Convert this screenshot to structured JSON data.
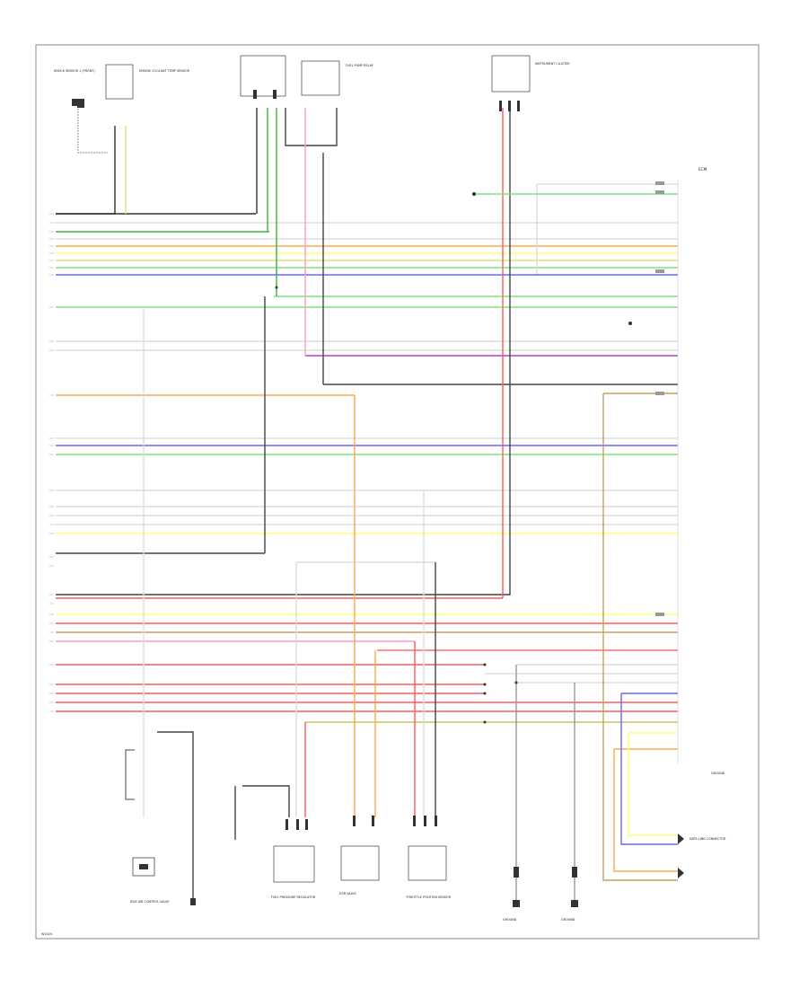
{
  "colors": {
    "black": "#333333",
    "white": "#dddddd",
    "red": "#ff5a5a",
    "orange": "#ffa850",
    "yellow": "#ffff70",
    "green": "#7ee47e",
    "green_dark": "#3cb43c",
    "blue": "#6666ff",
    "violet": "#b040d0",
    "tan": "#c8a060",
    "pink": "#ff9cc0",
    "olive": "#c8c860",
    "grey": "#999999"
  },
  "footer_code": "W1024",
  "top_components": [
    {
      "id": "engine-coolant-temp-sensor",
      "label": "ENGINE COOLANT TEMP SENSOR"
    },
    {
      "id": "knock-sensor",
      "label": "KNOCK SENSOR 1 (FRONT)"
    },
    {
      "id": "fuel-pump-relay",
      "label": "FUEL PUMP RELAY"
    },
    {
      "id": "instrument-cluster",
      "label": "INSTRUMENT CLUSTER"
    }
  ],
  "bottom_components": [
    {
      "id": "idle-air-control-valve",
      "label": "IDLE AIR CONTROL VALVE"
    },
    {
      "id": "fuel-pressure-regulator",
      "label": "FUEL PRESSURE REGULATOR"
    },
    {
      "id": "egr-valve",
      "label": "EGR VALVE"
    },
    {
      "id": "throttle-position-sensor",
      "label": "THROTTLE POSITION SENSOR"
    },
    {
      "id": "ground-1",
      "label": "GROUND"
    },
    {
      "id": "ground-2",
      "label": "GROUND"
    }
  ],
  "right_labels": [
    {
      "id": "ecm-label",
      "label": "ECM"
    },
    {
      "id": "data-link-connector",
      "label": "DATA LINK CONNECTOR"
    },
    {
      "id": "right-ground",
      "label": "GROUND"
    }
  ]
}
